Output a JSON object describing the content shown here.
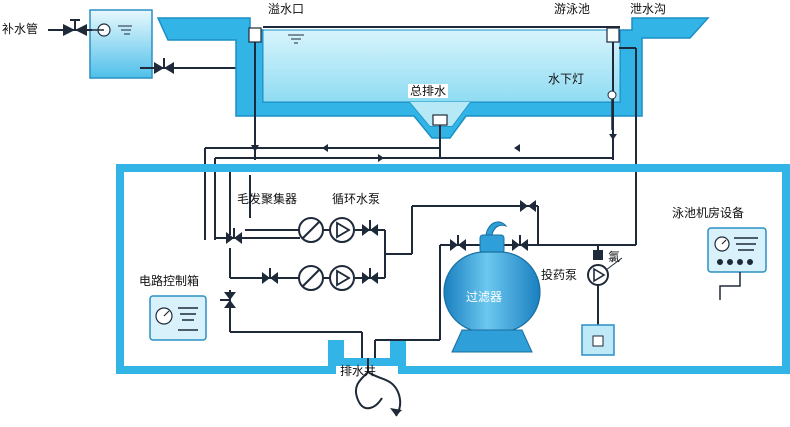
{
  "labels": {
    "makeup_pipe": "补水管",
    "overflow": "溢水口",
    "pool": "游泳池",
    "drain_channel": "泄水沟",
    "underwater_light": "水下灯",
    "main_drain": "总排水",
    "hair_collector": "毛发聚集器",
    "circulation_pump": "循环水泵",
    "control_box": "电路控制箱",
    "filter": "过滤器",
    "dosing_pump": "投药泵",
    "chlorine": "氯",
    "equipment": "泳池机房设备",
    "drain_well": "排水井"
  },
  "colors": {
    "water": "#8fdcf2",
    "water_dark": "#3aaad8",
    "wall": "#32b4e6",
    "pipe": "#1e2a3a",
    "equipment_body": "#2e9fd8",
    "panel_bg": "#d9f1fb"
  }
}
